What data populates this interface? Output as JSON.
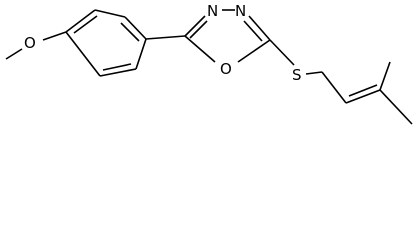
{
  "molecule": {
    "atoms": {
      "methoxy_oxygen": "O",
      "ring_nitrogen_left": "N",
      "ring_nitrogen_right": "N",
      "ring_oxygen": "O",
      "sulfur": "S"
    }
  }
}
